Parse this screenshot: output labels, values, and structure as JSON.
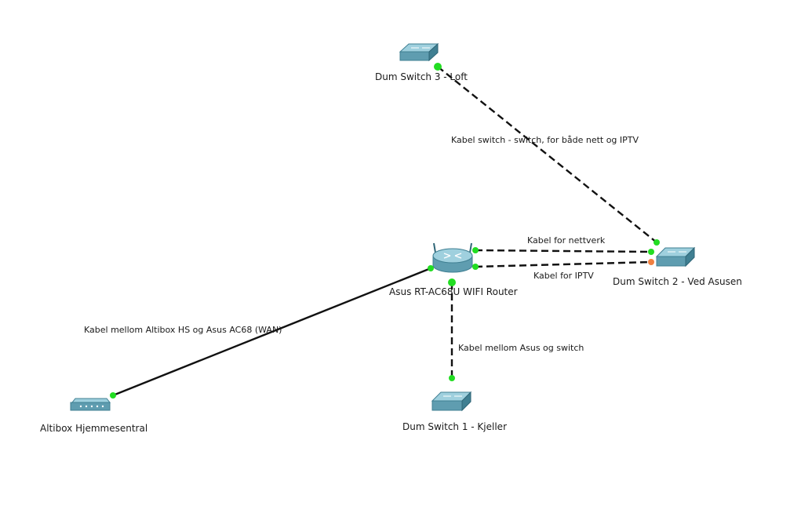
{
  "devices": {
    "switch3": "Dum Switch 3 - Loft",
    "switch2": "Dum Switch 2 - Ved Asusen",
    "router": "Asus RT-AC68U WIFI Router",
    "switch1": "Dum Switch 1 - Kjeller",
    "altibox": "Altibox Hjemmesentral"
  },
  "links": {
    "switch3_switch2": "Kabel switch - switch, for både nett og IPTV",
    "router_switch2_net": "Kabel for nettverk",
    "router_switch2_iptv": "Kabel for IPTV",
    "altibox_router": "Kabel mellom Altibox HS og Asus AC68 (WAN)",
    "router_switch1": "Kabel mellom Asus og switch"
  },
  "colors": {
    "link_up": "#22dd22",
    "link_down": "#f08040",
    "device": "#5f9db0",
    "cable": "#111111"
  }
}
